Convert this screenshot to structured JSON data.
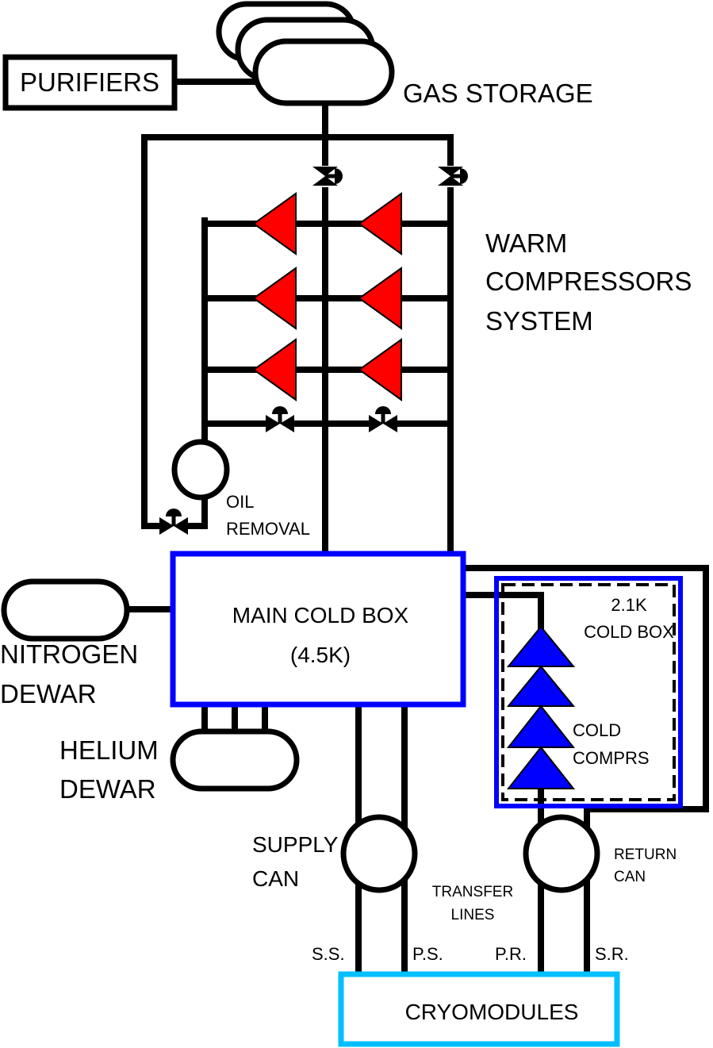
{
  "labels": {
    "purifiers": "PURIFIERS",
    "gas_storage": "GAS STORAGE",
    "warm_compressors_line1": "WARM",
    "warm_compressors_line2": "COMPRESSORS",
    "warm_compressors_line3": "SYSTEM",
    "oil_removal_line1": "OIL",
    "oil_removal_line2": "REMOVAL",
    "main_cold_box_line1": "MAIN COLD BOX",
    "main_cold_box_line2": "(4.5K)",
    "nitrogen_dewar_line1": "NITROGEN",
    "nitrogen_dewar_line2": "DEWAR",
    "helium_dewar_line1": "HELIUM",
    "helium_dewar_line2": "DEWAR",
    "cold_box_21k_line1": "2.1K",
    "cold_box_21k_line2": "COLD BOX",
    "cold_comprs_line1": "COLD",
    "cold_comprs_line2": "COMPRS",
    "supply_can_line1": "SUPPLY",
    "supply_can_line2": "CAN",
    "return_can_line1": "RETURN",
    "return_can_line2": "CAN",
    "transfer_lines_line1": "TRANSFER",
    "transfer_lines_line2": "LINES",
    "ss": "S.S.",
    "ps": "P.S.",
    "pr": "P.R.",
    "sr": "S.R.",
    "cryomodules": "CRYOMODULES"
  },
  "colors": {
    "warm_compressor": "#ff0000",
    "cold_compressor": "#0000ff",
    "cold_box_border": "#0000ff",
    "cryomodules_border": "#00bfff",
    "line": "#000000"
  },
  "icons": {
    "warm_compressor": "triangle-left-icon",
    "cold_compressor": "triangle-up-icon",
    "valve": "valve-icon",
    "vessel": "vessel-icon"
  }
}
